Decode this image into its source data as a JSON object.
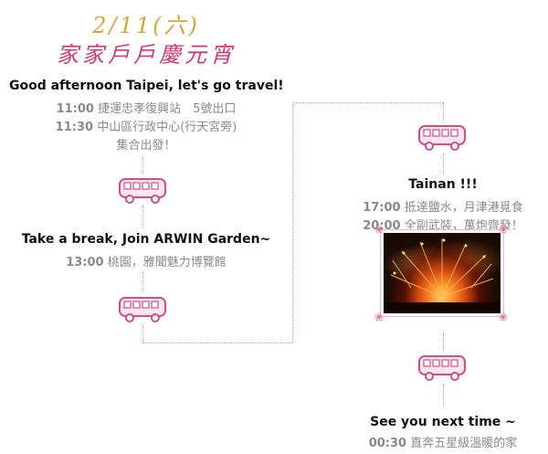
{
  "header": {
    "date": "2/11(六)",
    "subtitle": "家家戶戶慶元宵"
  },
  "stops": [
    {
      "heading": "Good afternoon Taipei, let's go travel!",
      "lines": [
        {
          "time": "11:00",
          "text": "捷運忠孝復興站　5號出口"
        },
        {
          "time": "11:30",
          "text": "中山區行政中心(行天宮旁)"
        },
        {
          "time": "",
          "text": "集合出發！"
        }
      ]
    },
    {
      "heading": "Take a break, Join ARWIN Garden~",
      "lines": [
        {
          "time": "13:00",
          "text": "桃園，雅聞魅力博覽館"
        }
      ]
    },
    {
      "heading": "Tainan !!!",
      "lines": [
        {
          "time": "17:00",
          "text": "抵達鹽水，月津港覓食"
        },
        {
          "time": "20:00",
          "text": "全副武裝，萬炮齊發！"
        }
      ]
    },
    {
      "heading": "See you next time ~",
      "lines": [
        {
          "time": "00:30",
          "text": "直奔五星級溫暖的家"
        }
      ]
    }
  ],
  "colors": {
    "date": "#d2a63a",
    "subtitle": "#cf3a70",
    "bus_outline": "#cf4f86",
    "dotted_line": "#e88aa8"
  },
  "icons": [
    "bus-icon",
    "fireworks-photo"
  ]
}
